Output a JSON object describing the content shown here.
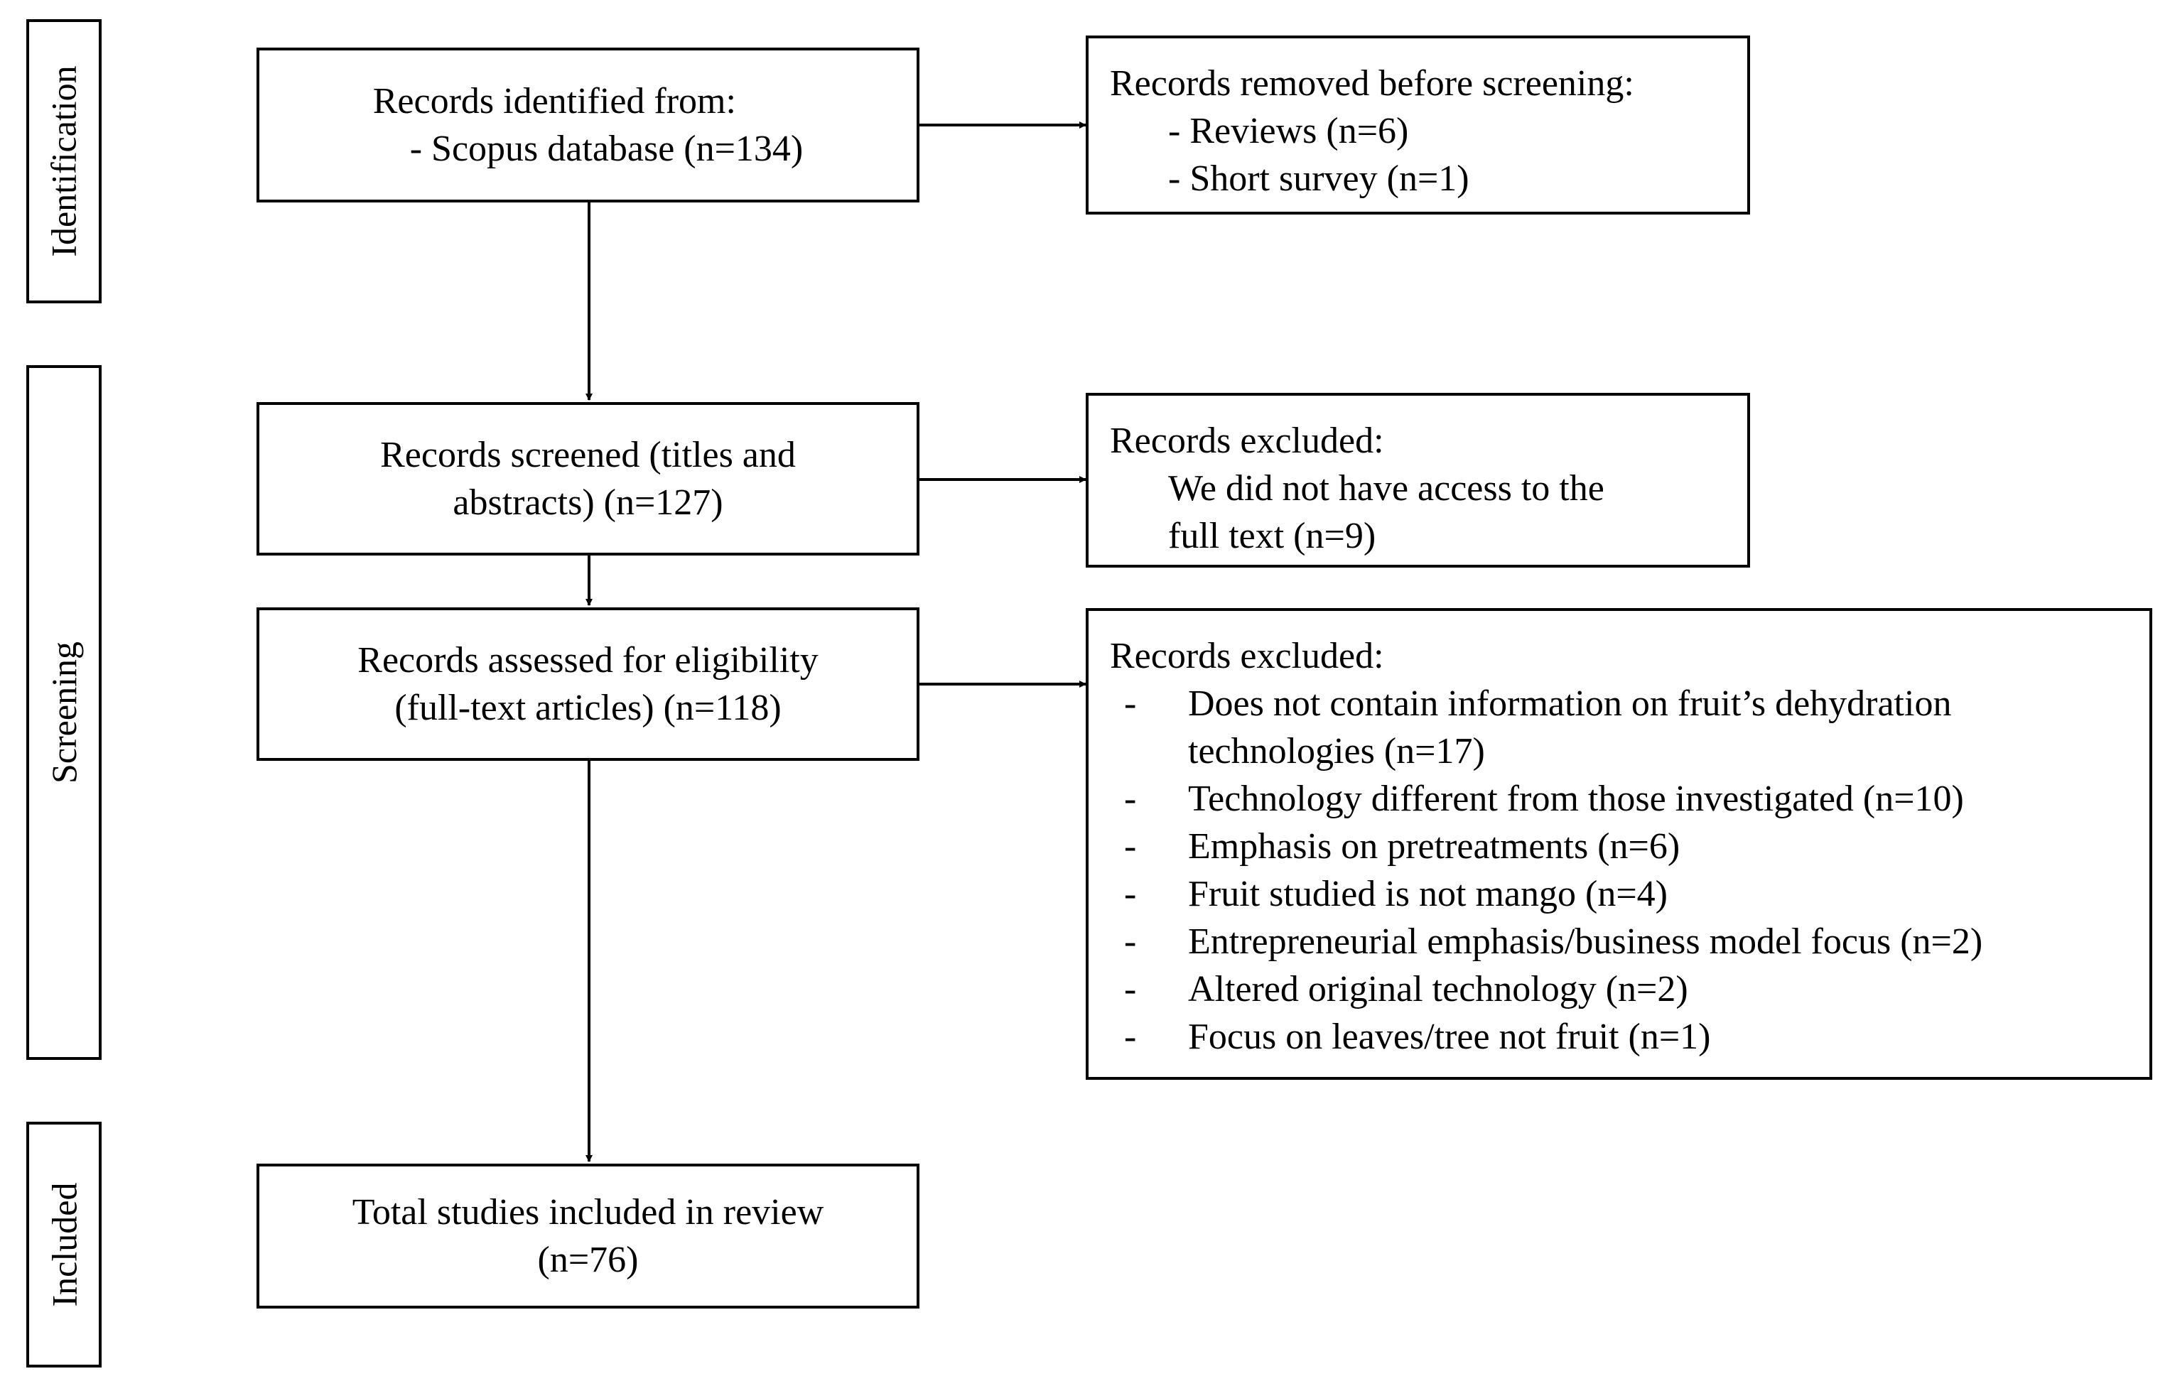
{
  "phases": {
    "identification": "Identification",
    "screening": "Screening",
    "included": "Included"
  },
  "identified": {
    "line1": "Records identified from:",
    "line2": "- Scopus database (n=134)"
  },
  "removed": {
    "title": "Records removed before screening:",
    "items": [
      "- Reviews (n=6)",
      "- Short survey (n=1)"
    ]
  },
  "screened": {
    "line1": "Records screened (titles and",
    "line2": "abstracts) (n=127)"
  },
  "excluded_access": {
    "title": "Records excluded:",
    "line1": "We did not have access to the",
    "line2": "full text (n=9)"
  },
  "assessed": {
    "line1": "Records assessed for eligibility",
    "line2": "(full-text articles) (n=118)"
  },
  "excluded_eligibility": {
    "title": "Records excluded:",
    "dash": "-",
    "items": [
      "Does not contain information on fruit’s dehydration technologies (n=17)",
      "Technology different from those investigated (n=10)",
      "Emphasis on pretreatments (n=6)",
      "Fruit studied is not mango (n=4)",
      "Entrepreneurial emphasis/business model focus (n=2)",
      "Altered original technology (n=2)",
      "Focus on leaves/tree not fruit (n=1)"
    ]
  },
  "included_box": {
    "line1": "Total studies included in review",
    "line2": "(n=76)"
  }
}
